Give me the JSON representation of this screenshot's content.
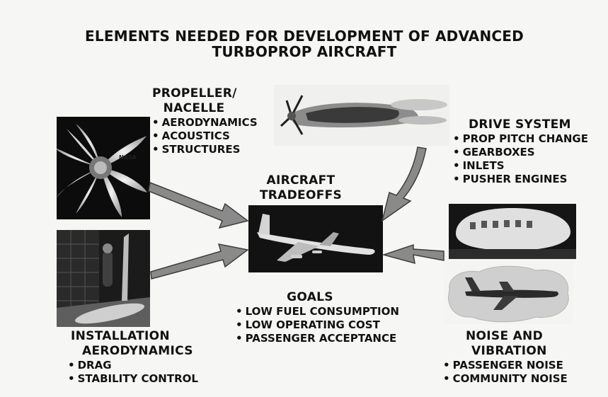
{
  "title": [
    "ELEMENTS NEEDED FOR DEVELOPMENT OF ADVANCED",
    "TURBOPROP AIRCRAFT"
  ],
  "propeller": {
    "heading": [
      "PROPELLER/",
      "NACELLE"
    ],
    "items": [
      "AERODYNAMICS",
      "ACOUSTICS",
      "STRUCTURES"
    ]
  },
  "drive": {
    "heading": "DRIVE SYSTEM",
    "items": [
      "PROP PITCH CHANGE",
      "GEARBOXES",
      "INLETS",
      "PUSHER ENGINES"
    ]
  },
  "tradeoffs": {
    "heading": [
      "AIRCRAFT",
      "TRADEOFFS"
    ]
  },
  "goals": {
    "heading": "GOALS",
    "items": [
      "LOW FUEL CONSUMPTION",
      "LOW OPERATING COST",
      "PASSENGER ACCEPTANCE"
    ]
  },
  "installation": {
    "heading": [
      "INSTALLATION",
      "AERODYNAMICS"
    ],
    "items": [
      "DRAG",
      "STABILITY CONTROL"
    ]
  },
  "noise": {
    "heading": [
      "NOISE AND",
      "VIBRATION"
    ],
    "items": [
      "PASSENGER NOISE",
      "COMMUNITY NOISE"
    ]
  },
  "propeller_model_text": "NASA"
}
